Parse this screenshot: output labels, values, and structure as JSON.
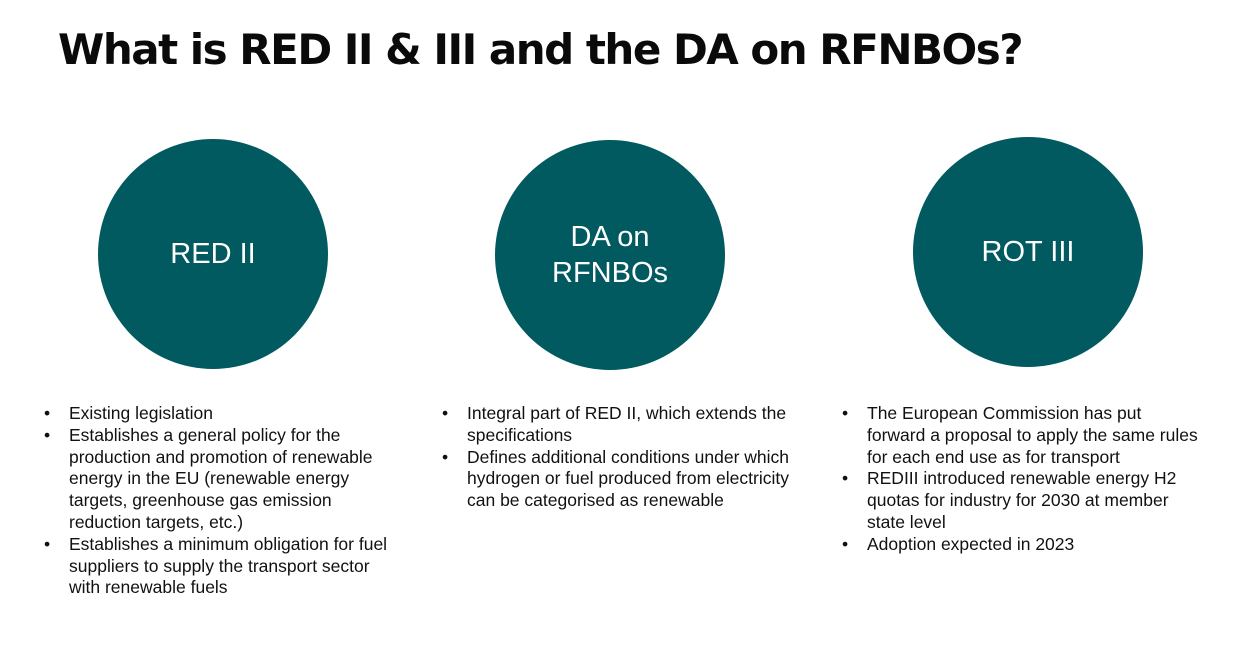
{
  "title": "What is RED II & III and the DA on RFNBOs?",
  "theme": {
    "circle_color": "#005a5f",
    "text_color": "#111111",
    "circle_text_color": "#ffffff"
  },
  "columns": [
    {
      "circle_label": "RED II",
      "bullets": [
        "Existing legislation",
        "Establishes a general policy for the production and promotion of renewable energy in the EU (renewable energy targets, greenhouse gas emission reduction targets, etc.)",
        "Establishes a minimum obligation for fuel suppliers to supply the transport sector with renewable fuels"
      ]
    },
    {
      "circle_label": "DA on\nRFNBOs",
      "bullets": [
        "Integral part of RED II, which extends the specifications",
        "Defines additional conditions under which hydrogen or fuel produced from electricity can be categorised as renewable"
      ]
    },
    {
      "circle_label": "ROT III",
      "bullets": [
        "The European Commission has put forward a proposal to apply the same rules for each end use as for transport",
        "REDIII introduced renewable energy H2 quotas for industry for 2030 at member state level",
        "Adoption expected in 2023"
      ]
    }
  ]
}
